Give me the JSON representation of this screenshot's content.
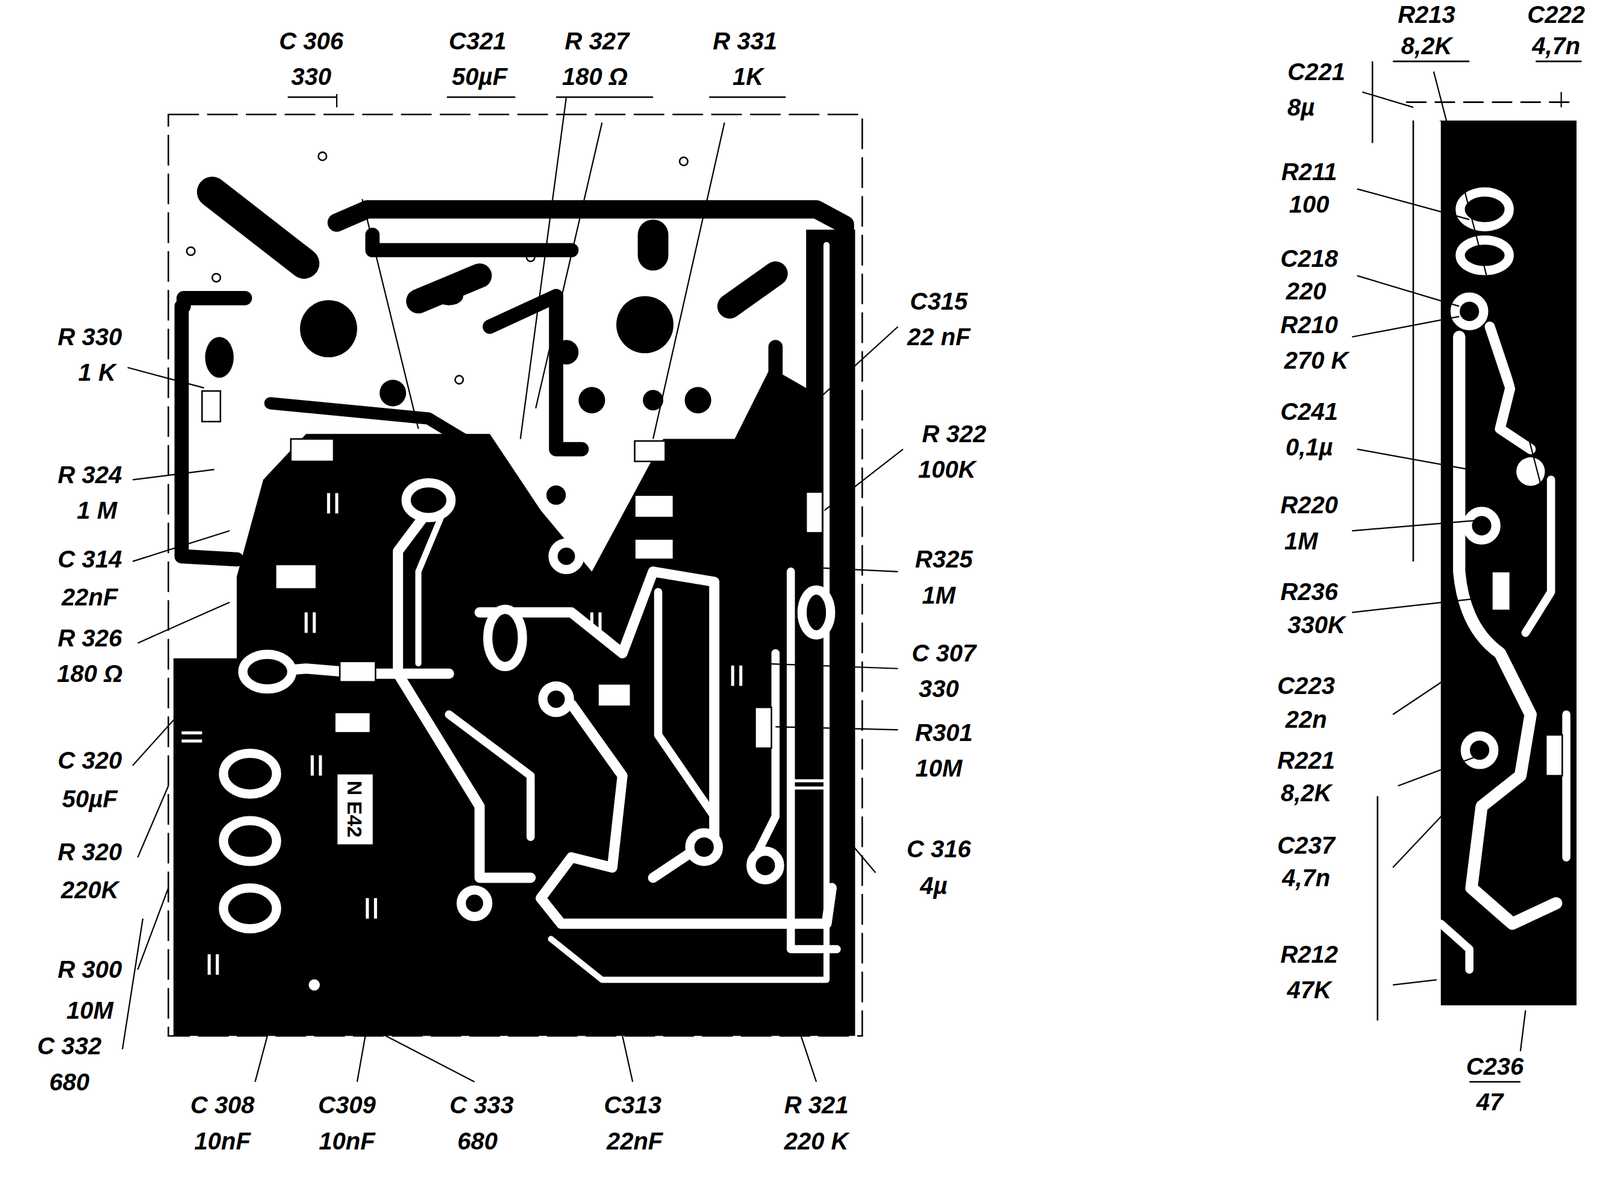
{
  "diagram": {
    "labels": [
      "C 306",
      "330",
      "C321",
      "50µF",
      "R 327",
      "180 Ω",
      "R 331",
      "1K",
      "R 330",
      "1 K",
      "R 324",
      "1 M",
      "C 314",
      "22nF",
      "R 326",
      "180 Ω",
      "C 320",
      "50µF",
      "R 320",
      "220K",
      "R 300",
      "10M",
      "C 332",
      "680",
      "C 308",
      "10nF",
      "C309",
      "10nF",
      "C 333",
      "680",
      "C313",
      "22nF",
      "R 321",
      "220 K",
      "C315",
      "22 nF",
      "R 322",
      "100K",
      "R325",
      "1M",
      "C 307",
      "330",
      "R301",
      "10M",
      "C 316",
      "4µ",
      "N E42",
      "R213",
      "8,2K",
      "C222",
      "4,7n",
      "C221",
      "8µ",
      "R211",
      "100",
      "C218",
      "220",
      "R210",
      "270 K",
      "C241",
      "0,1µ",
      "R220",
      "1M",
      "R236",
      "330K",
      "C223",
      "22n",
      "R221",
      "8,2K",
      "C237",
      "4,7n",
      "R212",
      "47K",
      "C236",
      "47"
    ]
  }
}
